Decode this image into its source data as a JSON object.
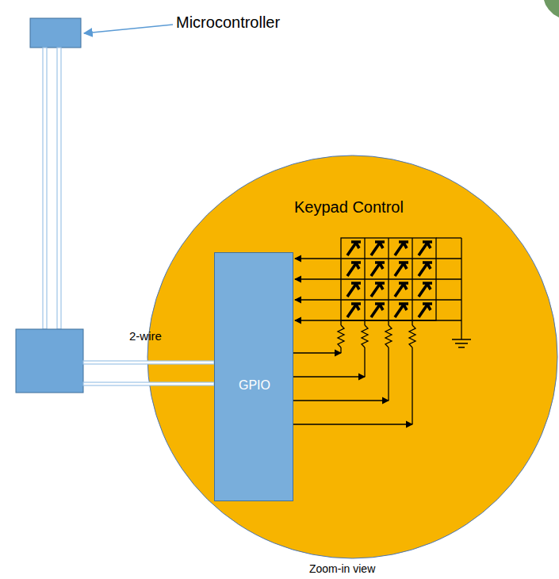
{
  "diagram": {
    "nodes": [
      {
        "text": [
          "Keypad Control"
        ]
      },
      {
        "text": [
          "GPIO"
        ],
        "in": 0
      }
    ],
    "labels": [
      "Microcontroller",
      "2-wire",
      "Zoom-in view"
    ]
  }
}
